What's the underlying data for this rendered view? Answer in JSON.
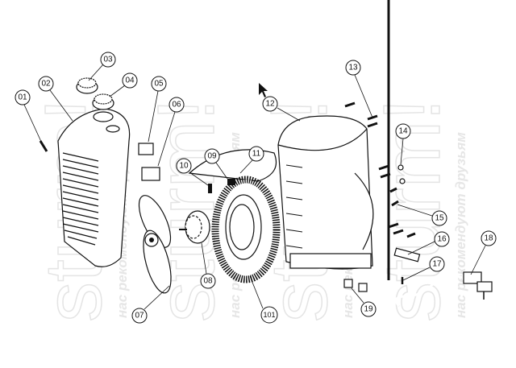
{
  "watermark": {
    "brand": "sturm!",
    "slogan": "нас рекомендуют друзьям"
  },
  "callouts": [
    "01",
    "02",
    "03",
    "04",
    "05",
    "06",
    "07",
    "08",
    "09",
    "10",
    "11",
    "12",
    "13",
    "14",
    "15",
    "16",
    "17",
    "18",
    "19",
    "101"
  ]
}
